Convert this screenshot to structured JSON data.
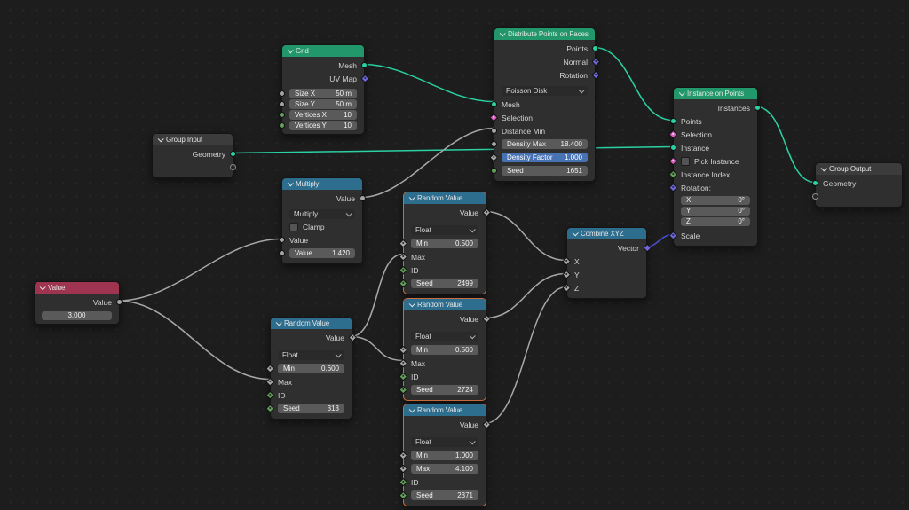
{
  "colors": {
    "background": "#1d1d1d",
    "grid_dot": "#292929",
    "node_body": "#2f2f2f",
    "header_geometry": "#21976b",
    "header_converter": "#2d6d8e",
    "header_input": "#9e3450",
    "header_group": "#3c3c3c",
    "field": "#5a5a5a",
    "field_highlight": "#4772b3",
    "dropdown": "#2a2a2a",
    "selected_border": "#cb6d40",
    "socket_geometry": "#2ad1a3",
    "socket_float": "#a5a5a5",
    "socket_int": "#62a15a",
    "socket_vector": "#6e66da",
    "socket_boolean": "#d95fc0",
    "wire_gray": "#a8a8a8",
    "wire_teal": "#2ad1a3",
    "wire_vector": "#4c4ccf"
  },
  "nodes": {
    "group_input": {
      "title": "Group Input",
      "outputs": {
        "geometry": "Geometry"
      }
    },
    "value": {
      "title": "Value",
      "outputs": {
        "value": "Value"
      },
      "field": {
        "value": "3.000"
      }
    },
    "grid": {
      "title": "Grid",
      "outputs": {
        "mesh": "Mesh",
        "uv_map": "UV Map"
      },
      "fields": {
        "size_x": {
          "label": "Size X",
          "value": "50 m"
        },
        "size_y": {
          "label": "Size Y",
          "value": "50 m"
        },
        "vertices_x": {
          "label": "Vertices X",
          "value": "10"
        },
        "vertices_y": {
          "label": "Vertices Y",
          "value": "10"
        }
      }
    },
    "multiply": {
      "title": "Multiply",
      "outputs": {
        "value": "Value"
      },
      "operation": "Multiply",
      "clamp_label": "Clamp",
      "inputs": {
        "value": "Value"
      },
      "fields": {
        "value": {
          "label": "Value",
          "value": "1.420"
        }
      }
    },
    "distribute_points_on_faces": {
      "title": "Distribute Points on Faces",
      "outputs": {
        "points": "Points",
        "normal": "Normal",
        "rotation": "Rotation"
      },
      "method": "Poisson Disk",
      "inputs": {
        "mesh": "Mesh",
        "selection": "Selection",
        "distance_min": "Distance Min"
      },
      "fields": {
        "density_max": {
          "label": "Density Max",
          "value": "18.400"
        },
        "density_factor": {
          "label": "Density Factor",
          "value": "1.000"
        },
        "seed": {
          "label": "Seed",
          "value": "1651"
        }
      }
    },
    "random_value_left": {
      "title": "Random Value",
      "outputs": {
        "value": "Value"
      },
      "data_type": "Float",
      "inputs": {
        "max": "Max",
        "id": "ID"
      },
      "fields": {
        "min": {
          "label": "Min",
          "value": "0.600"
        },
        "seed": {
          "label": "Seed",
          "value": "313"
        }
      }
    },
    "random_value_x": {
      "title": "Random Value",
      "outputs": {
        "value": "Value"
      },
      "data_type": "Float",
      "inputs": {
        "max": "Max",
        "id": "ID"
      },
      "fields": {
        "min": {
          "label": "Min",
          "value": "0.500"
        },
        "seed": {
          "label": "Seed",
          "value": "2499"
        }
      }
    },
    "random_value_y": {
      "title": "Random Value",
      "outputs": {
        "value": "Value"
      },
      "data_type": "Float",
      "inputs": {
        "max": "Max",
        "id": "ID"
      },
      "fields": {
        "min": {
          "label": "Min",
          "value": "0.500"
        },
        "seed": {
          "label": "Seed",
          "value": "2724"
        }
      }
    },
    "random_value_z": {
      "title": "Random Value",
      "outputs": {
        "value": "Value"
      },
      "data_type": "Float",
      "inputs": {
        "id": "ID"
      },
      "fields": {
        "min": {
          "label": "Min",
          "value": "1.000"
        },
        "max": {
          "label": "Max",
          "value": "4.100"
        },
        "seed": {
          "label": "Seed",
          "value": "2371"
        }
      }
    },
    "combine_xyz": {
      "title": "Combine XYZ",
      "outputs": {
        "vector": "Vector"
      },
      "inputs": {
        "x": "X",
        "y": "Y",
        "z": "Z"
      }
    },
    "instance_on_points": {
      "title": "Instance on Points",
      "outputs": {
        "instances": "Instances"
      },
      "inputs": {
        "points": "Points",
        "selection": "Selection",
        "instance": "Instance",
        "pick_instance": "Pick Instance",
        "instance_index": "Instance Index",
        "rotation": "Rotation:",
        "scale": "Scale"
      },
      "fields": {
        "rot_x": {
          "label": "X",
          "value": "0°"
        },
        "rot_y": {
          "label": "Y",
          "value": "0°"
        },
        "rot_z": {
          "label": "Z",
          "value": "0°"
        }
      }
    },
    "group_output": {
      "title": "Group Output",
      "inputs": {
        "geometry": "Geometry"
      }
    }
  },
  "selected_nodes": [
    "random_value_x",
    "random_value_y",
    "random_value_z"
  ],
  "connections": [
    {
      "from": "grid.mesh",
      "to": "distribute_points_on_faces.mesh"
    },
    {
      "from": "group_input.geometry",
      "to": "instance_on_points.instance"
    },
    {
      "from": "value.value",
      "to": "multiply.value"
    },
    {
      "from": "value.value",
      "to": "random_value_left.max"
    },
    {
      "from": "multiply.value",
      "to": "distribute_points_on_faces.distance_min"
    },
    {
      "from": "random_value_left.value",
      "to": "random_value_x.max"
    },
    {
      "from": "random_value_left.value",
      "to": "random_value_y.max"
    },
    {
      "from": "random_value_x.value",
      "to": "combine_xyz.x"
    },
    {
      "from": "random_value_y.value",
      "to": "combine_xyz.y"
    },
    {
      "from": "random_value_z.value",
      "to": "combine_xyz.z"
    },
    {
      "from": "distribute_points_on_faces.points",
      "to": "instance_on_points.points"
    },
    {
      "from": "combine_xyz.vector",
      "to": "instance_on_points.scale"
    },
    {
      "from": "instance_on_points.instances",
      "to": "group_output.geometry"
    }
  ]
}
